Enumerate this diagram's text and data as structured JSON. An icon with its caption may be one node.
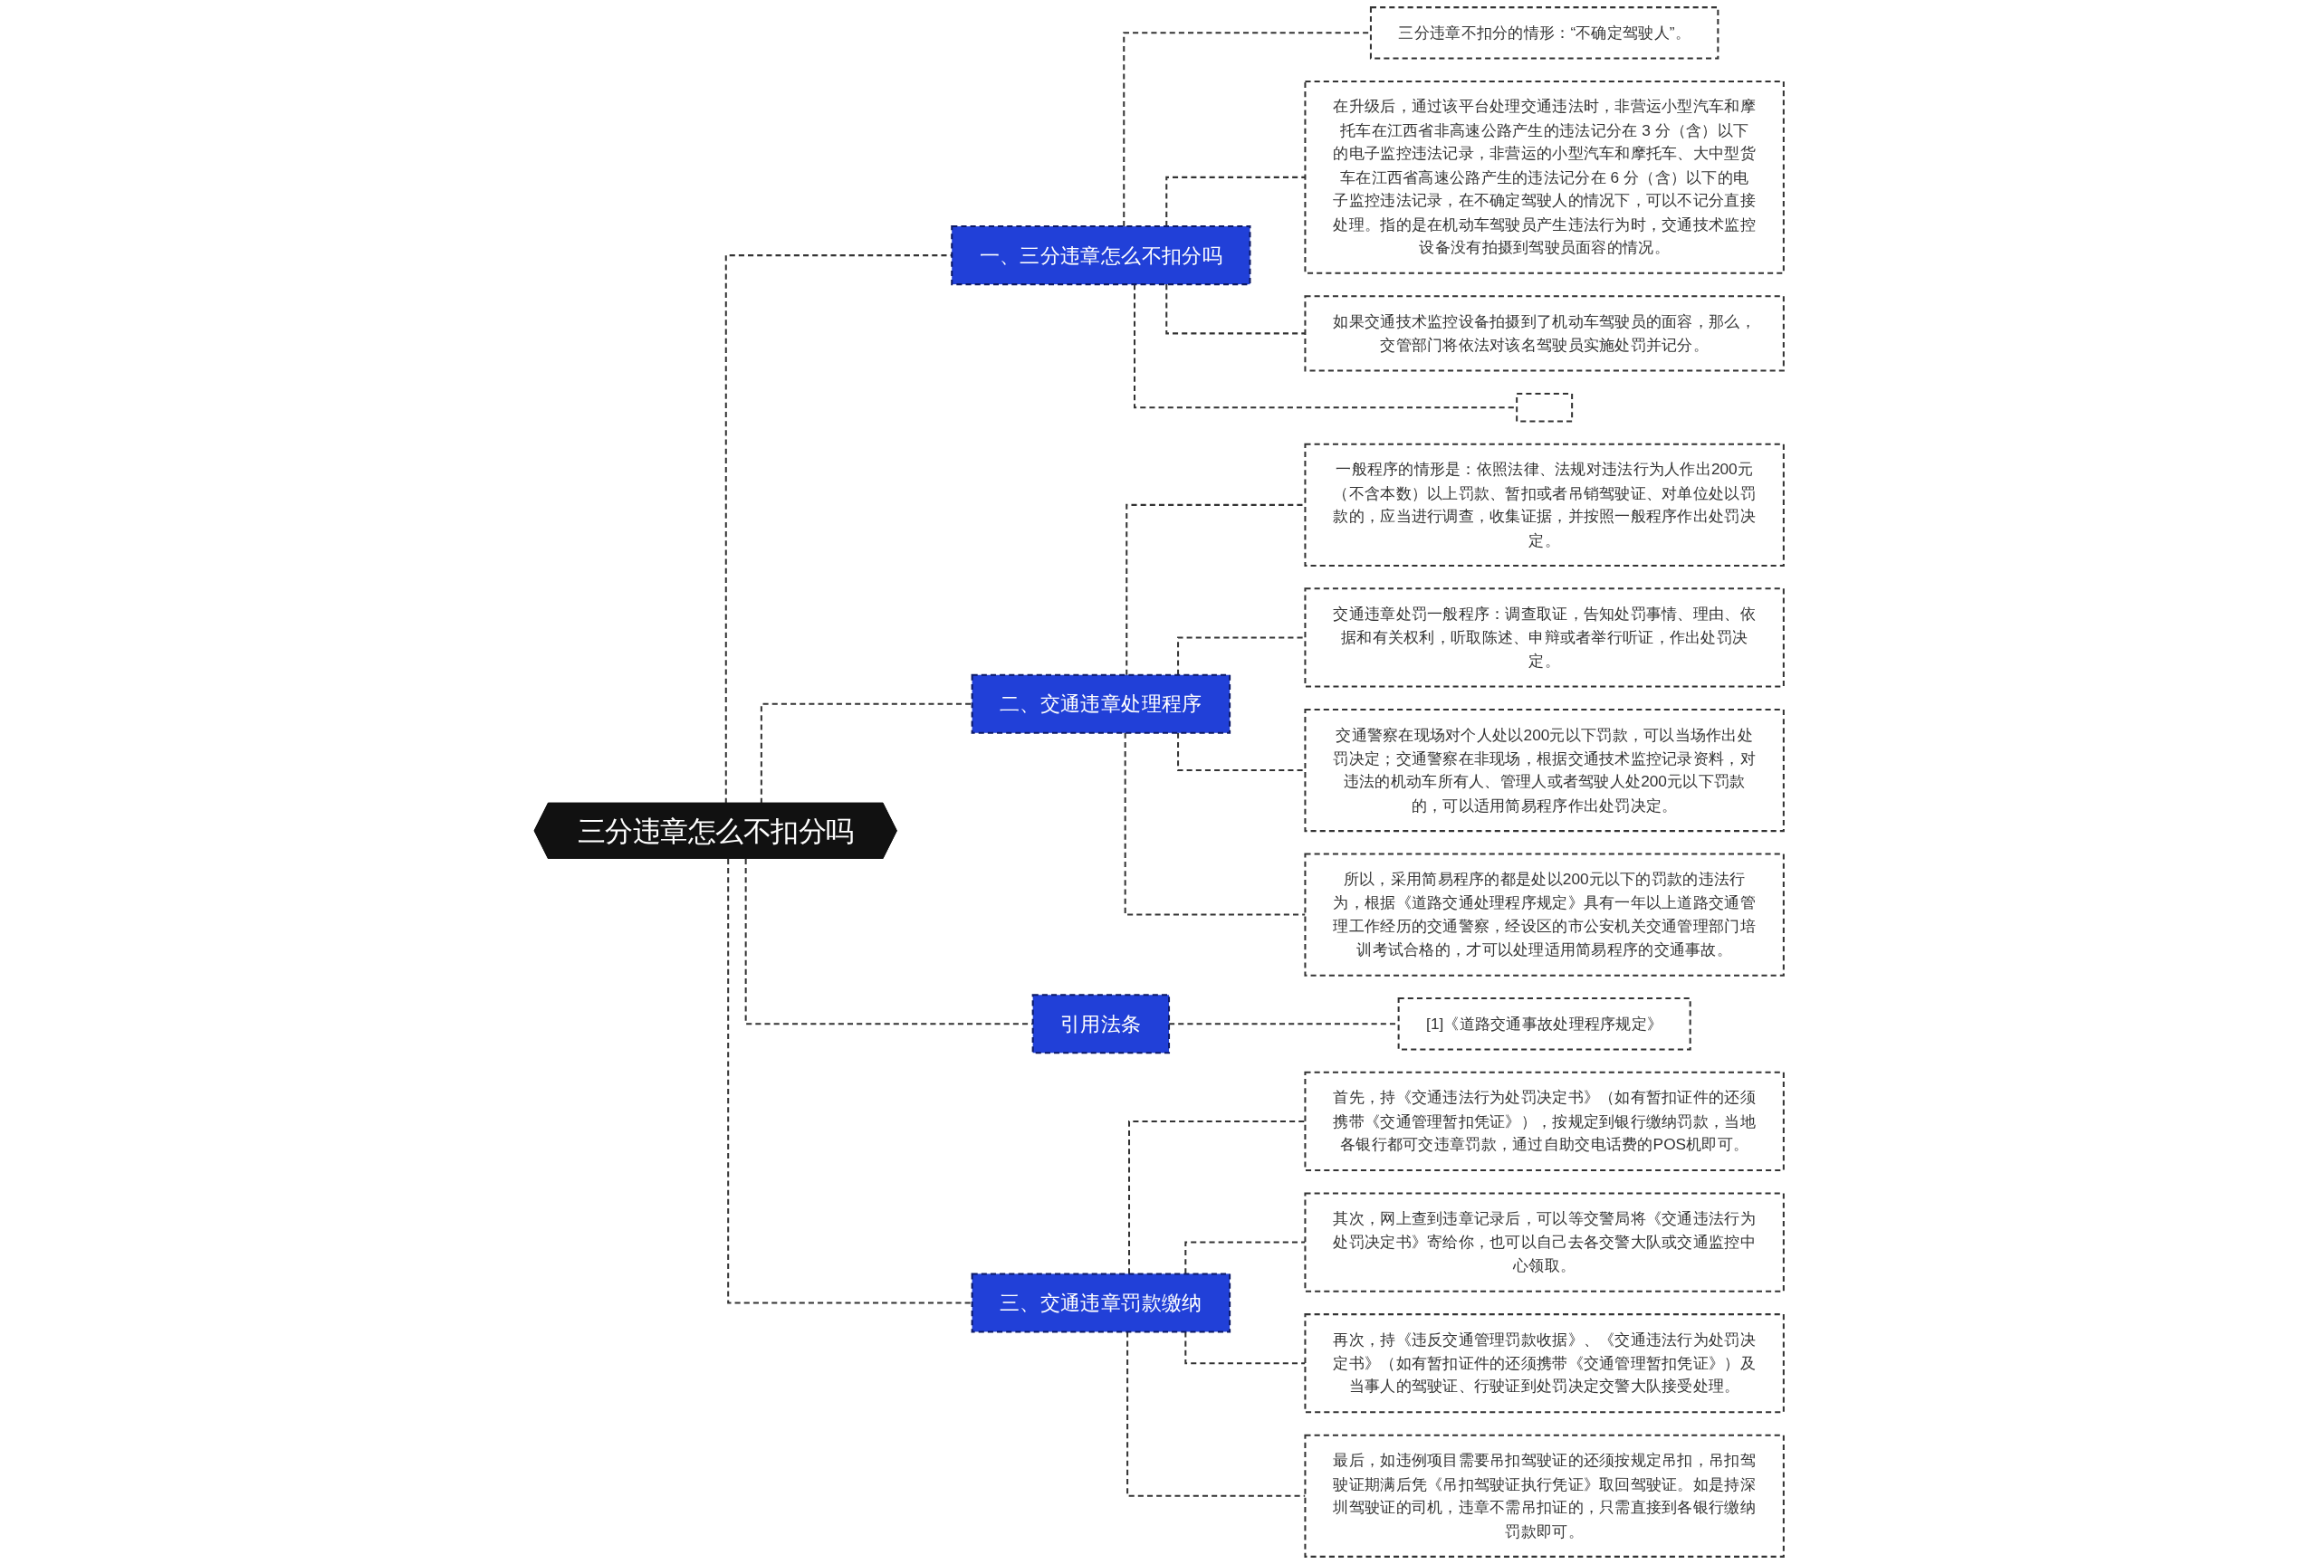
{
  "diagram": {
    "nodes": [
      {
        "text": [
          "三分违章怎么不扣分吗"
        ]
      },
      {
        "text": [
          "一、三分违章怎么不扣分吗"
        ]
      },
      {
        "text": [
          "三分违章不扣分的情形：“不确定驾驶人”。"
        ]
      },
      {
        "text": [
          "在升级后，通过该平台处理交通违法时，非营运小型汽车和摩托车在江西省非高速公路产生的违法记分在 3 分（含）以下的电子监控违法记录，非营运的小型汽车和摩托车、大中型货车在江西省高速公路产生的违法记分在 6 分（含）以下的电子监控违法记录，在不确定驾驶人的情况下，可以不记分直接处理。指的是在机动车驾驶员产生违法行为时，交通技术监控设备没有拍摄到驾驶员面容的情况。"
        ]
      },
      {
        "text": [
          "如果交通技术监控设备拍摄到了机动车驾驶员的面容，那么，交管部门将依法对该名驾驶员实施处罚并记分。"
        ]
      },
      {
        "text": [],
        "shape": "box"
      },
      {
        "text": [
          "二、交通违章处理程序"
        ]
      },
      {
        "text": [
          "一般程序的情形是：依照法律、法规对违法行为人作出200元（不含本数）以上罚款、暂扣或者吊销驾驶证、对单位处以罚款的，应当进行调查，收集证据，并按照一般程序作出处罚决定。"
        ]
      },
      {
        "text": [
          "交通违章处罚一般程序：调查取证，告知处罚事情、理由、依据和有关权利，听取陈述、申辩或者举行听证，作出处罚决定。"
        ]
      },
      {
        "text": [
          "交通警察在现场对个人处以200元以下罚款，可以当场作出处罚决定；交通警察在非现场，根据交通技术监控记录资料，对违法的机动车所有人、管理人或者驾驶人处200元以下罚款的，可以适用简易程序作出处罚决定。"
        ]
      },
      {
        "text": [
          "所以，采用简易程序的都是处以200元以下的罚款的违法行为，根据《道路交通处理程序规定》具有一年以上道路交通管理工作经历的交通警察，经设区的市公安机关交通管理部门培训考试合格的，才可以处理适用简易程序的交通事故。"
        ]
      },
      {
        "text": [
          "引用法条"
        ]
      },
      {
        "text": [
          "[1]《道路交通事故处理程序规定》"
        ]
      },
      {
        "text": [
          "三、交通违章罚款缴纳"
        ]
      },
      {
        "text": [
          "首先，持《交通违法行为处罚决定书》（如有暂扣证件的还须携带《交通管理暂扣凭证》），按规定到银行缴纳罚款，当地各银行都可交违章罚款，通过自助交电话费的POS机即可。"
        ]
      },
      {
        "text": [
          "其次，网上查到违章记录后，可以等交警局将《交通违法行为处罚决定书》寄给你，也可以自己去各交警大队或交通监控中心领取。"
        ]
      },
      {
        "text": [
          "再次，持《违反交通管理罚款收据》、《交通违法行为处罚决定书》（如有暂扣证件的还须携带《交通管理暂扣凭证》）及当事人的驾驶证、行驶证到处罚决定交警大队接受处理。"
        ]
      },
      {
        "text": [
          "最后，如违例项目需要吊扣驾驶证的还须按规定吊扣，吊扣驾驶证期满后凭《吊扣驾驶证执行凭证》取回驾驶证。如是持深圳驾驶证的司机，违章不需吊扣证的，只需直接到各银行缴纳罚款即可。"
        ]
      }
    ],
    "edges": [
      {
        "from": 0,
        "to": 1,
        "arrow": "none",
        "style": "dashed"
      },
      {
        "from": 1,
        "to": 2,
        "arrow": "none",
        "style": "dashed"
      },
      {
        "from": 1,
        "to": 3,
        "arrow": "none",
        "style": "dashed"
      },
      {
        "from": 1,
        "to": 4,
        "arrow": "none",
        "style": "dashed"
      },
      {
        "from": 1,
        "to": 5,
        "arrow": "none",
        "style": "dashed"
      },
      {
        "from": 0,
        "to": 6,
        "arrow": "none",
        "style": "dashed"
      },
      {
        "from": 6,
        "to": 7,
        "arrow": "none",
        "style": "dashed"
      },
      {
        "from": 6,
        "to": 8,
        "arrow": "none",
        "style": "dashed"
      },
      {
        "from": 6,
        "to": 9,
        "arrow": "none",
        "style": "dashed"
      },
      {
        "from": 6,
        "to": 10,
        "arrow": "none",
        "style": "dashed"
      },
      {
        "from": 0,
        "to": 11,
        "arrow": "none",
        "style": "dashed"
      },
      {
        "from": 11,
        "to": 12,
        "arrow": "none",
        "style": "dashed"
      },
      {
        "from": 0,
        "to": 13,
        "arrow": "none",
        "style": "dashed"
      },
      {
        "from": 13,
        "to": 14,
        "arrow": "none",
        "style": "dashed"
      },
      {
        "from": 13,
        "to": 15,
        "arrow": "none",
        "style": "dashed"
      },
      {
        "from": 13,
        "to": 16,
        "arrow": "none",
        "style": "dashed"
      },
      {
        "from": 13,
        "to": 17,
        "arrow": "none",
        "style": "dashed"
      }
    ]
  }
}
